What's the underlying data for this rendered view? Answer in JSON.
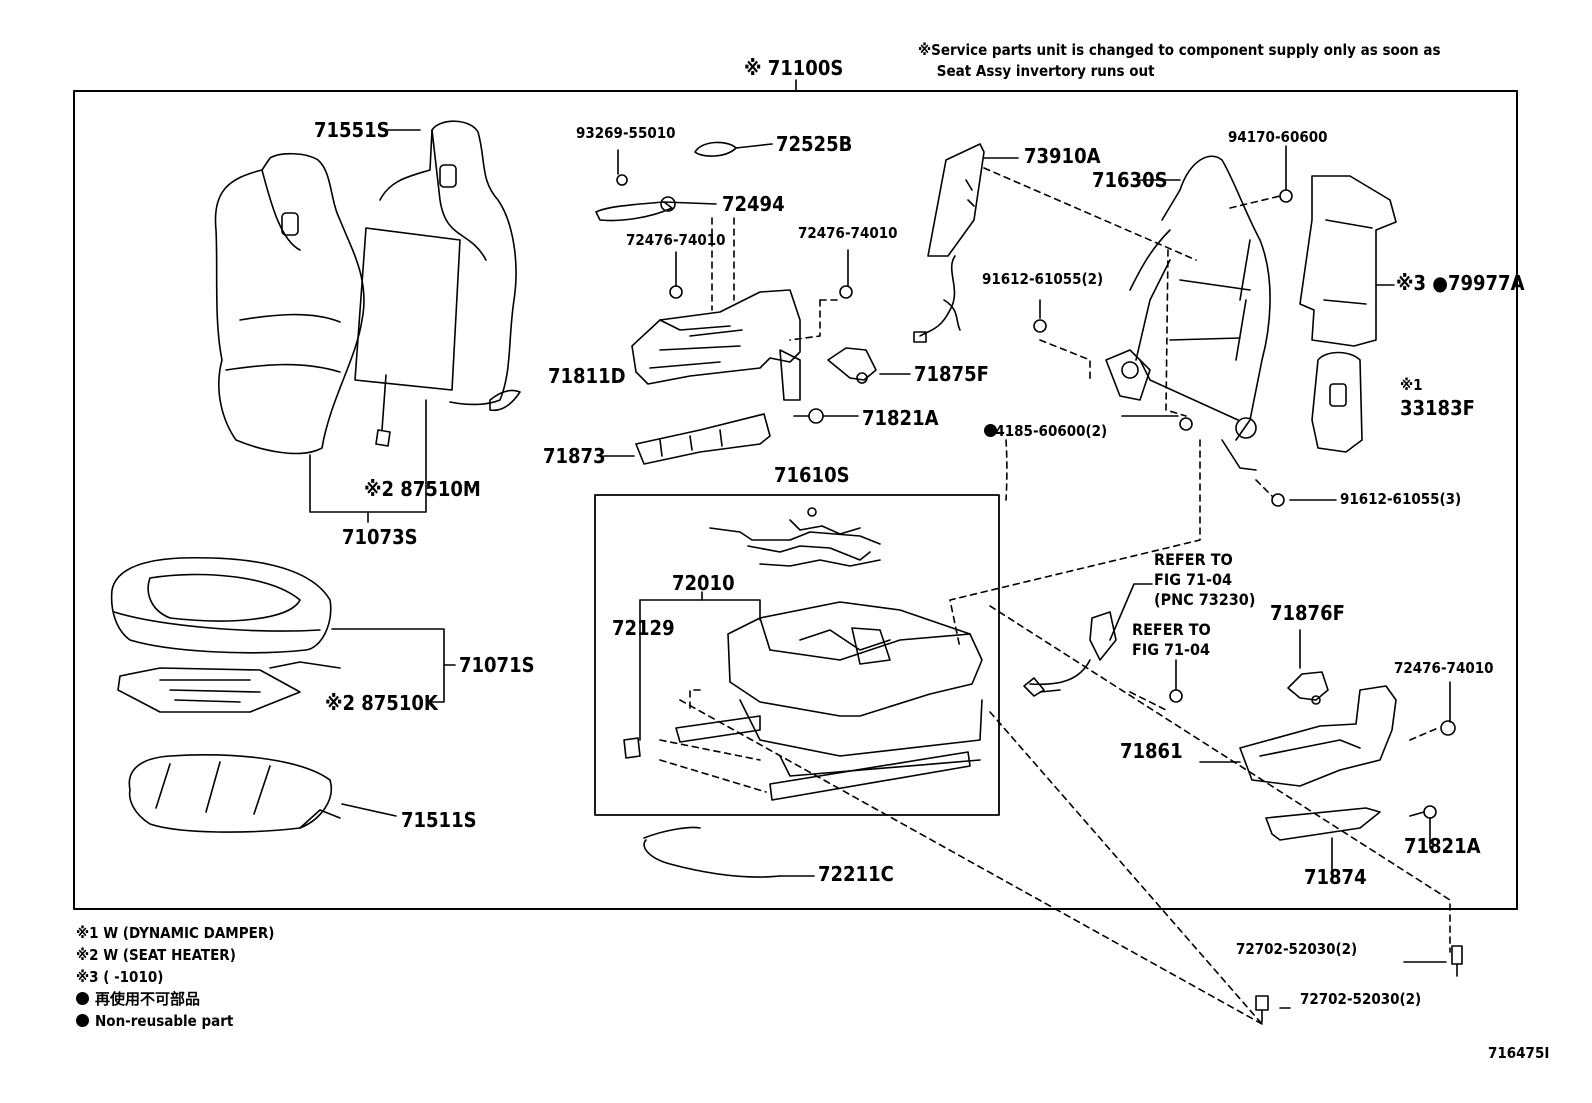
{
  "title": "※ 71100S",
  "note": "※Service parts unit is changed to component supply only as soon as\n    Seat Assy invertory runs out",
  "legend": {
    "m1": "※1  W (DYNAMIC  DAMPER)",
    "m2": "※2  W (SEAT HEATER)",
    "m3": "※3  (      -1010)",
    "nr_jp": "再使用不可部品",
    "nr_en": "Non-reusable part"
  },
  "figure_id": "716475I",
  "parts": {
    "p71551S": "71551S",
    "p87510M": "※2 87510M",
    "p71073S": "71073S",
    "p71071S": "71071S",
    "p87510K": "※2 87510K",
    "p71511S": "71511S",
    "p93269": "93269-55010",
    "p72525B": "72525B",
    "p72494": "72494",
    "p72476a": "72476-74010",
    "p72476b": "72476-74010",
    "p71811D": "71811D",
    "p71875F": "71875F",
    "p71821Aa": "71821A",
    "p71873": "71873",
    "p71610S": "71610S",
    "p72010": "72010",
    "p72129": "72129",
    "p72211C": "72211C",
    "p73910A": "73910A",
    "p71630S": "71630S",
    "p94170": "94170-60600",
    "p91612a": "91612-61055(2)",
    "p94185": "94185-60600(2)",
    "p79977A": "※3 ●79977A",
    "p33183F_mark": "※1",
    "p33183F": "33183F",
    "p91612b": "91612-61055(3)",
    "ref1": "REFER TO\nFIG 71-04\n(PNC 73230)",
    "ref2": "REFER TO\nFIG 71-04",
    "p71876F": "71876F",
    "p72476c": "72476-74010",
    "p71861": "71861",
    "p71874": "71874",
    "p71821Ab": "71821A",
    "p72702a": "72702-52030(2)",
    "p72702b": "72702-52030(2)"
  }
}
